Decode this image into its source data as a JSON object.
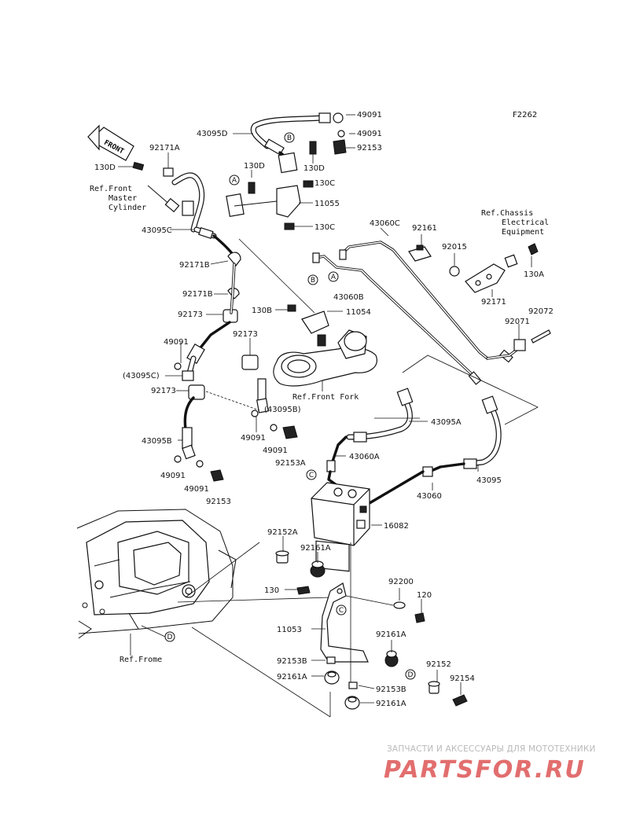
{
  "figure_code": "F2262",
  "front_tag": "FRONT",
  "labels": {
    "p49091a": "49091",
    "p43095d": "43095D",
    "p49091b": "49091",
    "p92153a": "92153",
    "p92171a": "92171A",
    "p130d_1": "130D",
    "ref_master_1": "Ref.Front",
    "ref_master_2": "Master",
    "ref_master_3": "Cylinder",
    "p130d_2": "130D",
    "p130d_3": "130D",
    "p130c_1": "130C",
    "p11055": "11055",
    "p130c_2": "130C",
    "p43095c": "43095C",
    "p43060c": "43060C",
    "p92161": "92161",
    "p92015": "92015",
    "ref_chassis_1": "Ref.Chassis",
    "ref_chassis_2": "Electrical",
    "ref_chassis_3": "Equipment",
    "p130a": "130A",
    "p92171b_1": "92171B",
    "p43060b": "43060B",
    "p92171": "92171",
    "p92171b_2": "92171B",
    "p130b": "130B",
    "p11054": "11054",
    "p92173_1": "92173",
    "p92173_2": "92173",
    "p92072": "92072",
    "p92071": "92071",
    "p49091c": "49091",
    "p43095c_ref": "(43095C)",
    "p92173_3": "92173",
    "ref_fork": "Ref.Front Fork",
    "p43095b_ref": "(43095B)",
    "p49091d": "49091",
    "p49091e": "49091",
    "p92153a2": "92153A",
    "p43095a": "43095A",
    "p43095b": "43095B",
    "p43060a": "43060A",
    "p49091f": "49091",
    "p49091g": "49091",
    "p92153b_top": "92153",
    "p43060": "43060",
    "p43095": "43095",
    "p16082": "16082",
    "p92152a": "92152A",
    "p92161a_1": "92161A",
    "p92200": "92200",
    "p130": "130",
    "p120": "120",
    "p11053": "11053",
    "p92161a_2": "92161A",
    "p92152": "92152",
    "p92153b_1": "92153B",
    "p92161a_3": "92161A",
    "p92154": "92154",
    "p92153b_2": "92153B",
    "p92161a_4": "92161A",
    "ref_frame": "Ref.Frome"
  },
  "callouts": {
    "a1": "A",
    "b1": "B",
    "b2": "B",
    "a2": "A",
    "c1": "C",
    "c2": "C",
    "d1": "D",
    "d2": "D"
  },
  "watermark": {
    "subtitle": "ЗАПЧАСТИ И АКСЕССУАРЫ ДЛЯ МОТОТЕХНИКИ",
    "logo": "PARTSFOR.RU",
    "color": "#e26e6e"
  }
}
